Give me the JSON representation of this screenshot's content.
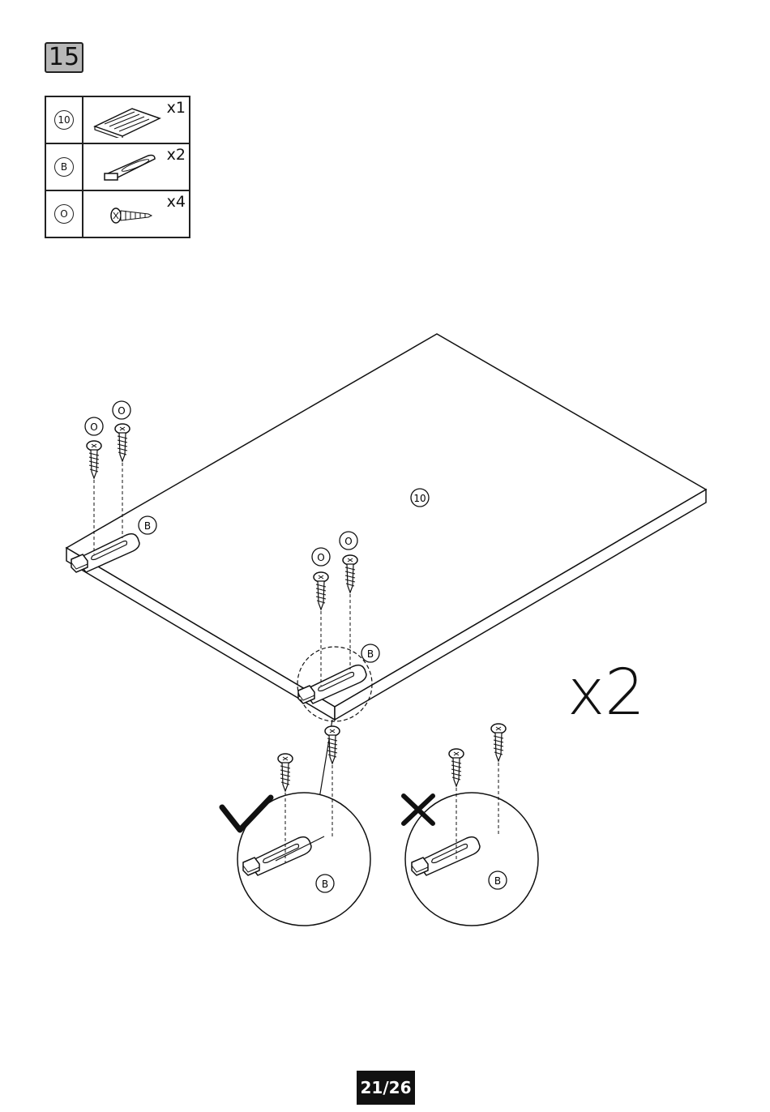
{
  "step_number": "15",
  "parts": [
    {
      "id": "10",
      "name": "panel",
      "quantity": "x1"
    },
    {
      "id": "B",
      "name": "bracket",
      "quantity": "x2"
    },
    {
      "id": "O",
      "name": "screw",
      "quantity": "x4"
    }
  ],
  "labels": {
    "panel": "10",
    "bracket": "B",
    "screw": "O"
  },
  "repeat": "x2",
  "page": "21/26"
}
